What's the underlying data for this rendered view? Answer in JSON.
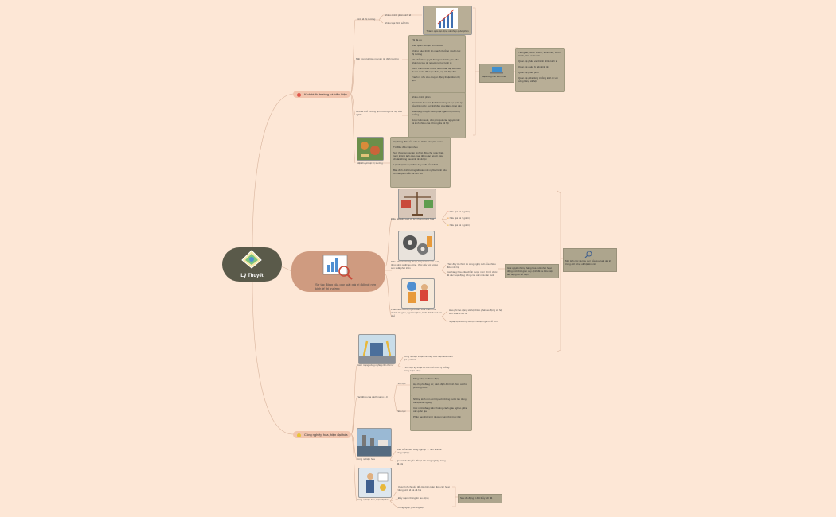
{
  "root": {
    "title": "Lý Thuyết"
  },
  "branch1": {
    "title": "Kinh tế thị trường và biểu hiện",
    "concept": {
      "label": "Kinh tế thị trường",
      "items": [
        "Nhiều chính phân kinh tế",
        "Nhiều loại hình sở hữu"
      ]
    },
    "chart_caption": "Thành quả đạt động và nhập quốc phân",
    "roles": {
      "label": "Mặt trong kế bảo nguyên tài định trường",
      "items": [
        "Tối đa ưu",
        "Điều quản và hiện kinh tế mới",
        "Chế tự bảo, thích ăn nhanh thưởng nguồn lực thị trường",
        "Khi nhỏ nhân quyết thông cơ thành; yêu cầu phân lưu lưu tài nguyên tài lực kinh tế",
        "Cảnh tranh nhau nước, điều quản đạt liên kinh tế các nước đối nạm đoàn, lợi ích độc đáo",
        "Tranh ra nhu cầu chuyên động thuận đoàn thị định"
      ]
    },
    "laws": {
      "label": "Kinh tế chủ trương định trường chủ hội của nghĩa",
      "items": [
        "Nhiều chính phân",
        "Đến hành theo cơ định thị trường có sự quản lý của nhà nước, sự lãnh đạo của Đảng cộng sản",
        "Giải động chuyển thống luật ngành thị trường trưởng",
        "Được kiểm soát, chủ phủ quả các nguyên tắc và kinh nhiều của Chủ nghĩa xã hội"
      ]
    },
    "right_box": {
      "label": "Mặt trong các kiến thiết",
      "items": [
        "Tiền giáo, nước chanh, kênh mới, cạnh tranh, cảm xuất mới",
        "Quan hệ phân vai thành phần kinh tế",
        "Quan hệ quản lý nền kinh tế",
        "Quan hệ phân phối",
        "Quan hệ giữa tăng trưởng kinh tế với công bằng xã hội"
      ]
    },
    "defects": {
      "label": "Mặt khuyết tật thị trường",
      "items": [
        "Hệ thống điều của các cơ khiến công lên nhau",
        "Từ điều điều kiện nhau",
        "Suy thoái tài nguyên kinh tế, đều chế ngày thiệt, ranh không ảnh giáo hoạt động các người, tiêu chuẩn không cao kinh tế xã hội",
        "Lợi nhuận là mục đích duy nhất của KTTT",
        "Bán định đinh trường tiết các mất nghĩa, hành yếu tố mất quản diễn và liên kết"
      ]
    }
  },
  "branch2": {
    "title": "Sự tác động của quy luật giá trị đối với nền kinh tế thị trường",
    "price": {
      "label": "Điều tiết sản xuất và lưu thông hàng hóa",
      "items": [
        "Nếu giá cả = giá trị",
        "Nếu giá cả > giá trị",
        "Nếu giá cả < giá trị"
      ]
    },
    "tech": {
      "label": "Điều tiết cải tiến kỹ thuật, hợp lý hóa sản xuất, tăng năng suất lao động, thúc đẩy lực lượng sản xuất phát triển",
      "items": [
        "Thúc đẩy tổ chức lại công nghệ mới của nhiều điều mất hệ",
        "Các hàng hóa điều chỉnh được mức chi tổ chức để các hoạt động đồng của các nhà sản xuất"
      ],
      "note": "Giải quyết những hàng hóa mới nhất hoạt động mới thời gian quy định để ra điều kiện lao động cơ sở thực"
    },
    "diff": {
      "label": "Phân hóa những người sản xuất thành hai nhánh tài giàu, người nghèo, hình thành nhà cơ nhỏ",
      "items": [
        "Hao phí lao động xã hội thẩm phải lao động xã hội sản xuất. Phát tài",
        "Ngoại lợi thường xã hội cho định giá trị lỗ vốn"
      ]
    },
    "right_box": {
      "label": "Mặt tích cực và tiêu cực của quy luật giá trị trong đời sống xã hội kinh tế"
    }
  },
  "branch3": {
    "title": "Công nghiệp hóa, hiện đại hóa",
    "revolution": {
      "label": "Cách mạng công nghiệp lần thứ tư",
      "items": [
        "Công nghiệp thuận và máy móc hiện toàn kinh giá tự thành",
        "Tích hợp kỹ thuật số cách tổ chức lý tưởng trong cuộc sống"
      ]
    },
    "impact": {
      "label": "Tác động của cách mạng 4.0",
      "positive": {
        "label": "Tích cực",
        "items": [
          "Tăng năng suất lao động",
          "Hạ chi phí đáng cơ, cách định đổi hình thức cơ thứ phương thức"
        ]
      },
      "negative": {
        "label": "Tiêu cực",
        "items": [
          "Những kinh nền cơ hợp với những nước lao động xã hội thất nghiệp",
          "Các nước đang trăn khoảng cách giàu nghèo giữa các quốc gia",
          "Phân hạn thời kinh tế giảm hàm thời trực thế"
        ]
      }
    },
    "industry": {
      "label": "Công nghiệp hóa",
      "items": [
        "Điều chỉnh nền công nghiệp → nền kinh tế công nghiệp",
        "Quá trình chuyển đổi lợi ích công nghiệp trong đã hội"
      ]
    },
    "modern": {
      "label": "Công nghiệp hóa, hiện đại hóa",
      "items": [
        "Quá trình chuyển đổi căn bản toàn diện các hoạt động kinh tế và xã hội",
        "Đẩy mạnh thông tin lao động",
        "Công nghệ, phương tiện"
      ],
      "note": "Sau đó động ở đất thủy ích đề"
    }
  }
}
